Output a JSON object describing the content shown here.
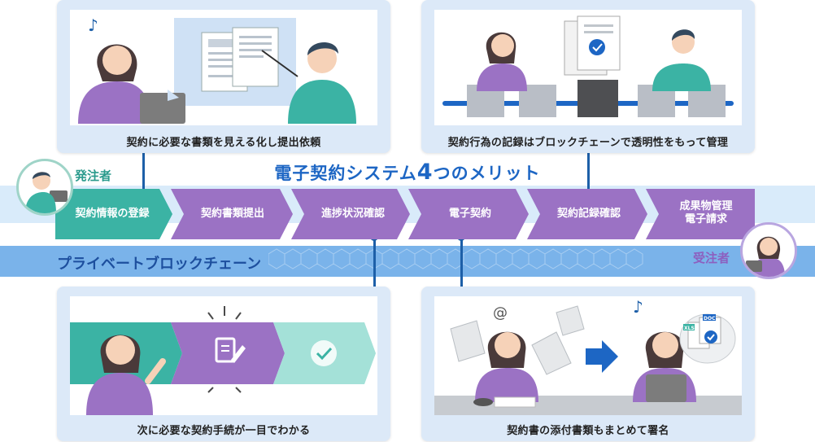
{
  "title": {
    "text": "電子契約システム",
    "number": "4",
    "suffix": "つのメリット"
  },
  "actors": {
    "orderer": "発注者",
    "contractor": "受注者"
  },
  "band_label": "プライベートブロックチェーン",
  "steps": [
    {
      "label": "契約情報の登録",
      "color": "#3bb3a4"
    },
    {
      "label": "契約書類提出",
      "color": "#9b72c4"
    },
    {
      "label": "進捗状況確認",
      "color": "#9b72c4"
    },
    {
      "label": "電子契約",
      "color": "#9b72c4"
    },
    {
      "label": "契約記録確認",
      "color": "#9b72c4"
    },
    {
      "label_line1": "成果物管理",
      "label_line2": "電子請求",
      "color": "#9b72c4"
    }
  ],
  "cards": {
    "top_left": {
      "caption": "契約に必要な書類を見える化し提出依頼"
    },
    "top_right": {
      "caption": "契約行為の記録はブロックチェーンで透明性をもって管理"
    },
    "bottom_left": {
      "caption": "次に必要な契約手続が一目でわかる"
    },
    "bottom_right": {
      "caption": "契約書の添付書類もまとめて署名"
    }
  },
  "doc_badges": {
    "xls": "XLS",
    "doc": "DOC"
  },
  "colors": {
    "teal": "#3bb3a4",
    "purple": "#9b72c4",
    "navy": "#1d5fa8",
    "title_blue": "#1d66c4",
    "band": "#7ab3ea"
  }
}
